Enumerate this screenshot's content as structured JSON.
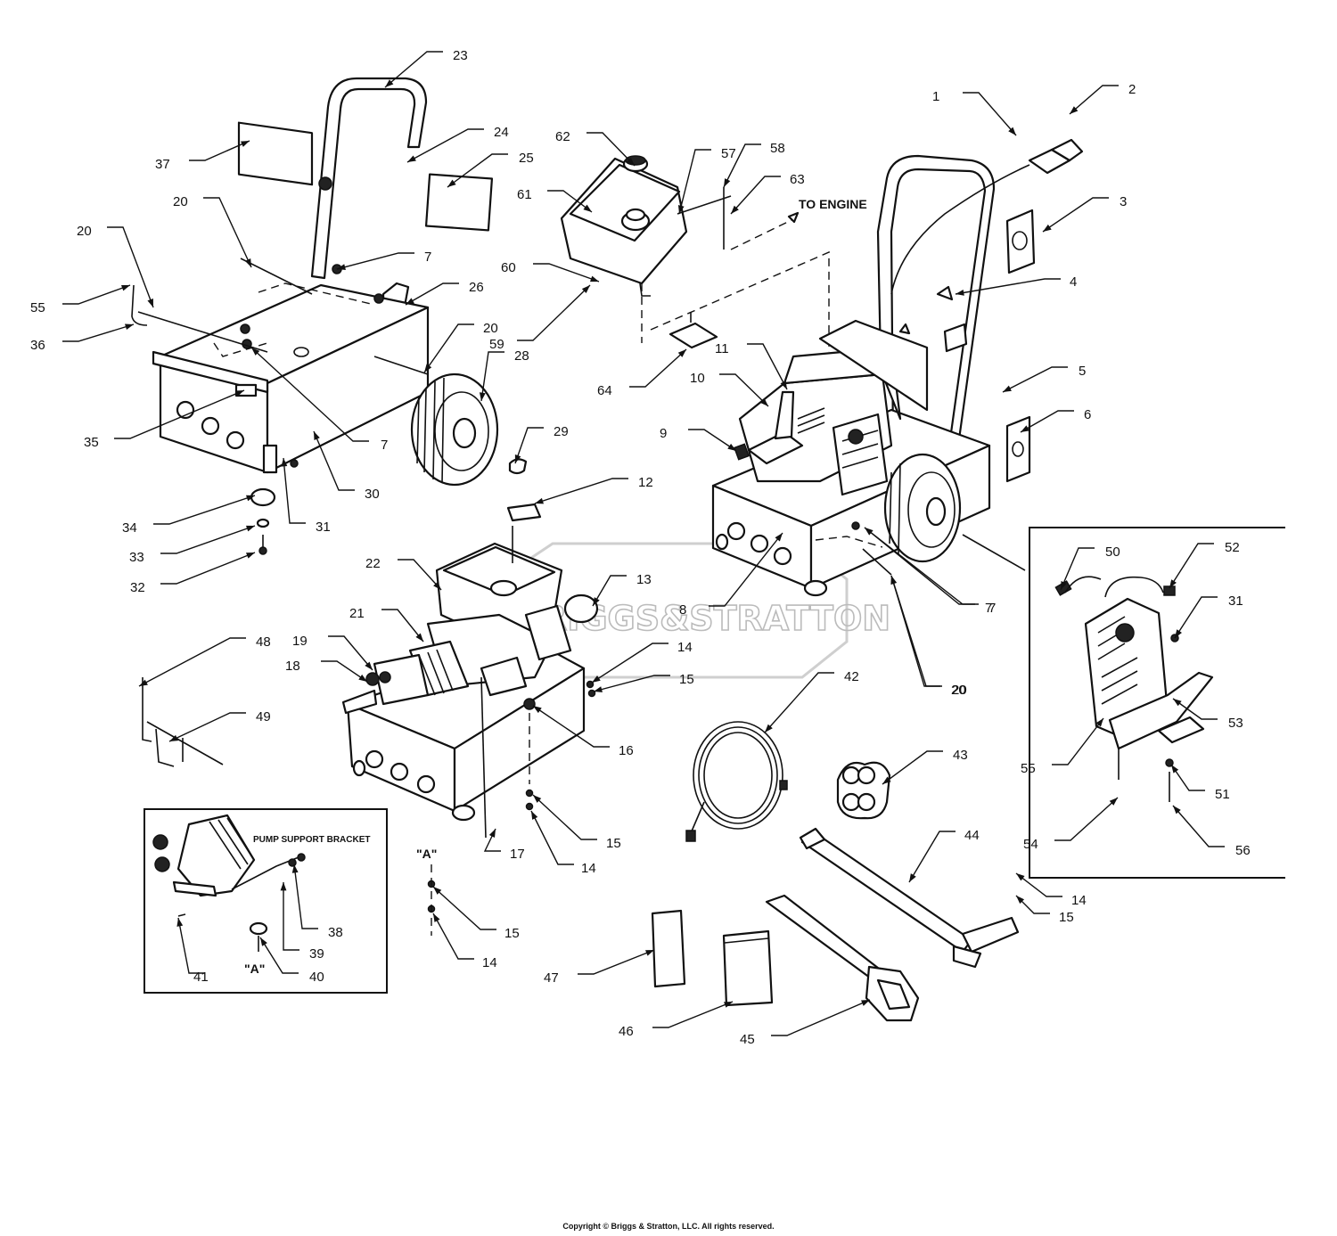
{
  "watermark": "BRIGGS&STRATTON",
  "copyright": "Copyright © Briggs & Stratton, LLC. All rights reserved.",
  "annotations": {
    "to_engine": "TO ENGINE",
    "pump_support_bracket": "PUMP SUPPORT BRACKET",
    "a_main": "\"A\"",
    "a_inset": "\"A\""
  },
  "callouts": [
    "1",
    "2",
    "3",
    "4",
    "5",
    "6",
    "7",
    "7",
    "7",
    "7",
    "8",
    "9",
    "10",
    "11",
    "12",
    "13",
    "14",
    "14",
    "14",
    "14",
    "15",
    "15",
    "15",
    "15",
    "16",
    "17",
    "18",
    "19",
    "20",
    "20",
    "20",
    "20",
    "20",
    "21",
    "22",
    "23",
    "24",
    "25",
    "26",
    "28",
    "29",
    "30",
    "31",
    "31",
    "32",
    "33",
    "34",
    "35",
    "36",
    "37",
    "38",
    "39",
    "40",
    "41",
    "42",
    "43",
    "44",
    "45",
    "46",
    "47",
    "48",
    "49",
    "50",
    "51",
    "52",
    "53",
    "54",
    "55",
    "56",
    "57",
    "58",
    "59",
    "60",
    "61",
    "62",
    "63",
    "64",
    "55"
  ]
}
